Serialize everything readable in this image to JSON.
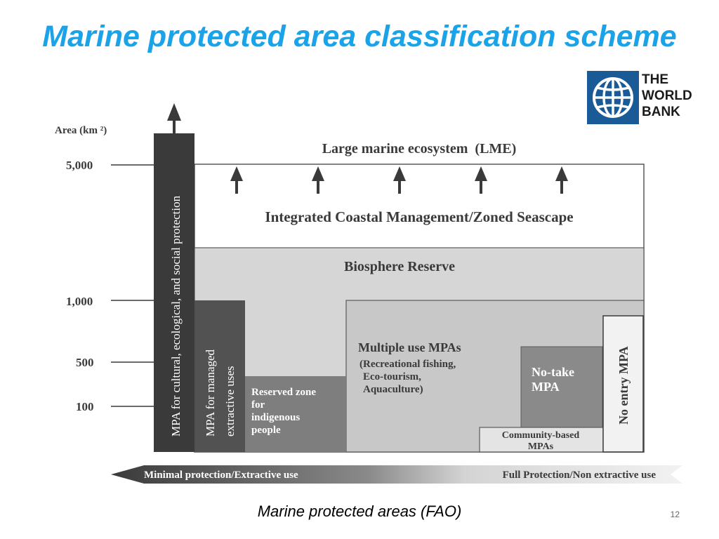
{
  "slide": {
    "title": "Marine protected area classification scheme",
    "caption": "Marine protected areas (FAO)",
    "page_number": "12"
  },
  "logo": {
    "icon": "globe-icon",
    "lines": [
      "THE",
      "WORLD",
      "BANK"
    ],
    "color": "#1a5a96"
  },
  "diagram": {
    "y_axis_label": "Area (km ²)",
    "y_ticks": [
      "5,000",
      "1,000",
      "500",
      "100"
    ],
    "zones": {
      "lme": "Large marine ecosystem  (LME)",
      "icm": "Integrated Coastal Management/Zoned Seascape",
      "biosphere": "Biosphere Reserve"
    },
    "categories": {
      "cultural": "MPA for cultural, ecological, and social protection",
      "managed": [
        "MPA for managed",
        "extractive uses"
      ],
      "reserved": [
        "Reserved zone",
        "for",
        "indigenous",
        "people"
      ],
      "multiple_use": {
        "title": "Multiple use MPAs",
        "details": [
          "(Recreational fishing,",
          "Eco-tourism,",
          "Aquaculture)"
        ]
      },
      "no_take": [
        "No-take",
        "MPA"
      ],
      "community": [
        "Community-based",
        "MPAs"
      ],
      "no_entry": "No entry MPA"
    },
    "gradient": {
      "left": "Minimal protection/Extractive use",
      "right": "Full Protection/Non extractive use"
    },
    "colors": {
      "dark": "#3a3a3a",
      "mid": "#7e7e7e",
      "light": "#d6d6d6",
      "pale": "#ececec",
      "text": "#3a3a3a"
    }
  }
}
